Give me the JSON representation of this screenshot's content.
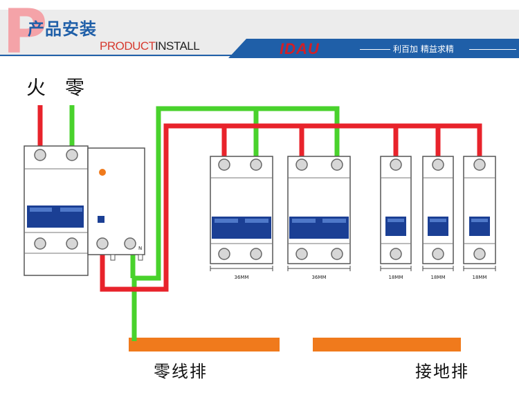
{
  "header": {
    "badge_letter": "P",
    "title_cn": "产品安装",
    "title_en_red": "PRODUCT",
    "title_en_dark": "INSTALL",
    "brand_logo": "IDAU",
    "slogan": "利百加 精益求精"
  },
  "diagram": {
    "live_label": "火",
    "neutral_label": "零",
    "neutral_terminal_mark": "N",
    "breaker_widths": [
      "36MM",
      "36MM",
      "18MM",
      "18MM",
      "18MM"
    ],
    "neutral_bar_label": "零线排",
    "ground_bar_label": "接地排"
  },
  "colors": {
    "live_wire": "#e8232b",
    "neutral_wire": "#49d22c",
    "toggle": "#1b3f94",
    "busbar": "#f07a1c",
    "header_blue": "#1f5fa8"
  }
}
